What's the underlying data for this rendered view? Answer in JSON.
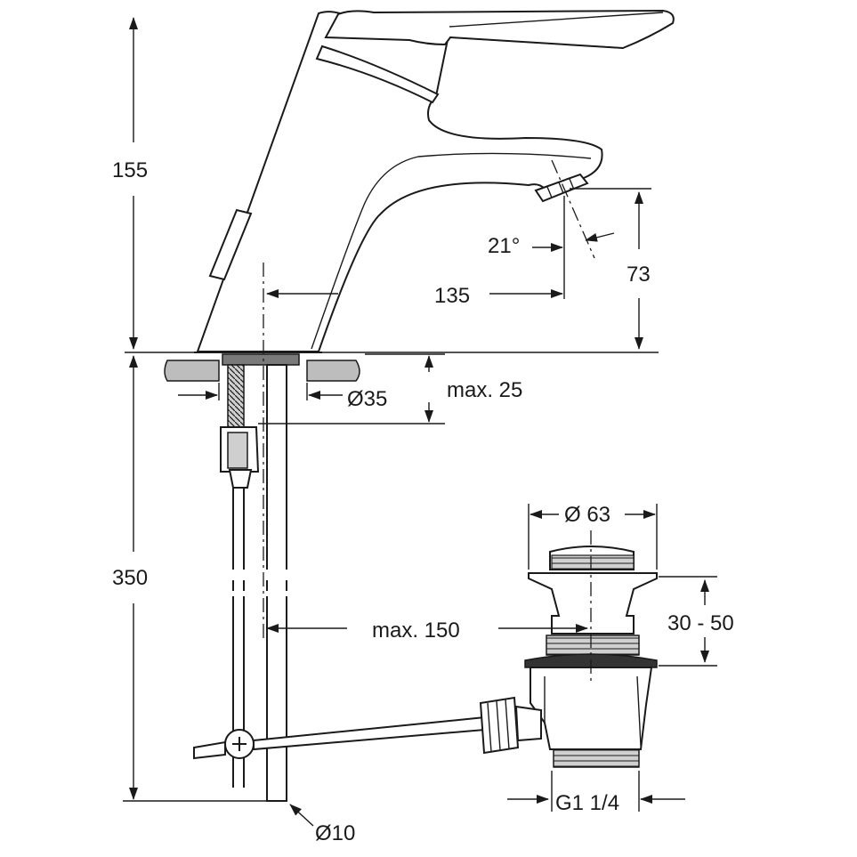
{
  "dimensions": {
    "height_top": "155",
    "height_bottom": "350",
    "angle": "21°",
    "spout_height": "73",
    "spout_reach": "135",
    "hole_diameter": "Ø35",
    "deck_thickness": "max. 25",
    "waste_diameter": "Ø 63",
    "waste_range": "30 - 50",
    "rod_length": "max. 150",
    "thread": "G1 1/4",
    "hose_diameter": "Ø10"
  }
}
